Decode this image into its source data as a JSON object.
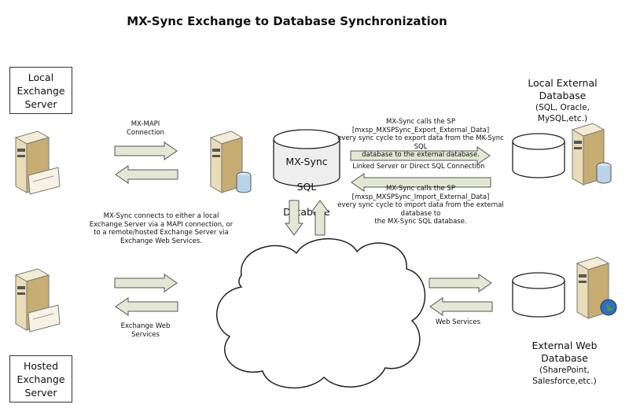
{
  "title": "MX-Sync Exchange to Database Synchronization",
  "boxes": {
    "local_exchange": "Local\nExchange\nServer",
    "hosted_exchange": "Hosted\nExchange\nServer"
  },
  "sql_db": {
    "line1": "MX-Sync",
    "line2": "SQL",
    "line3": "Database"
  },
  "labels": {
    "mapi_connection": "MX-MAPI\nConnection",
    "exchange_web_services": "Exchange Web\nServices",
    "mx_sync_connects": "MX-Sync connects to either a local\nExchange Server via a MAPI connection, or\nto a remote/hosted Exchange Server via\nExchange Web Services.",
    "export_sp": "MX-Sync calls the SP [mxsp_MXSPSync_Export_External_Data]\nevery sync cycle to export data from the MK-Sync SQL\ndatabase to the external database.",
    "linked_server": "Linked Server or Direct SQL Connection",
    "import_sp": "MX-Sync calls the SP [mxsp_MXSPSync_Import_External_Data]\nevery sync cycle to import data from the external database to\nthe MX-Sync SQL database.",
    "web_services": "Web Services"
  },
  "local_external_db": {
    "title": "Local External\nDatabase",
    "subtitle": "(SQL, Oracle,\nMySQL,etc.)"
  },
  "external_web_db": {
    "title": "External Web\nDatabase",
    "subtitle": "(SharePoint,\nSalesforce,etc.)"
  },
  "colors": {
    "arrow_fill": "#e2e8d4",
    "arrow_stroke": "#555555",
    "server_body": "#e9dcb8",
    "server_dark": "#b99a5c",
    "db_fill": "#ffffff",
    "db_blue": "#b9d3ea"
  }
}
